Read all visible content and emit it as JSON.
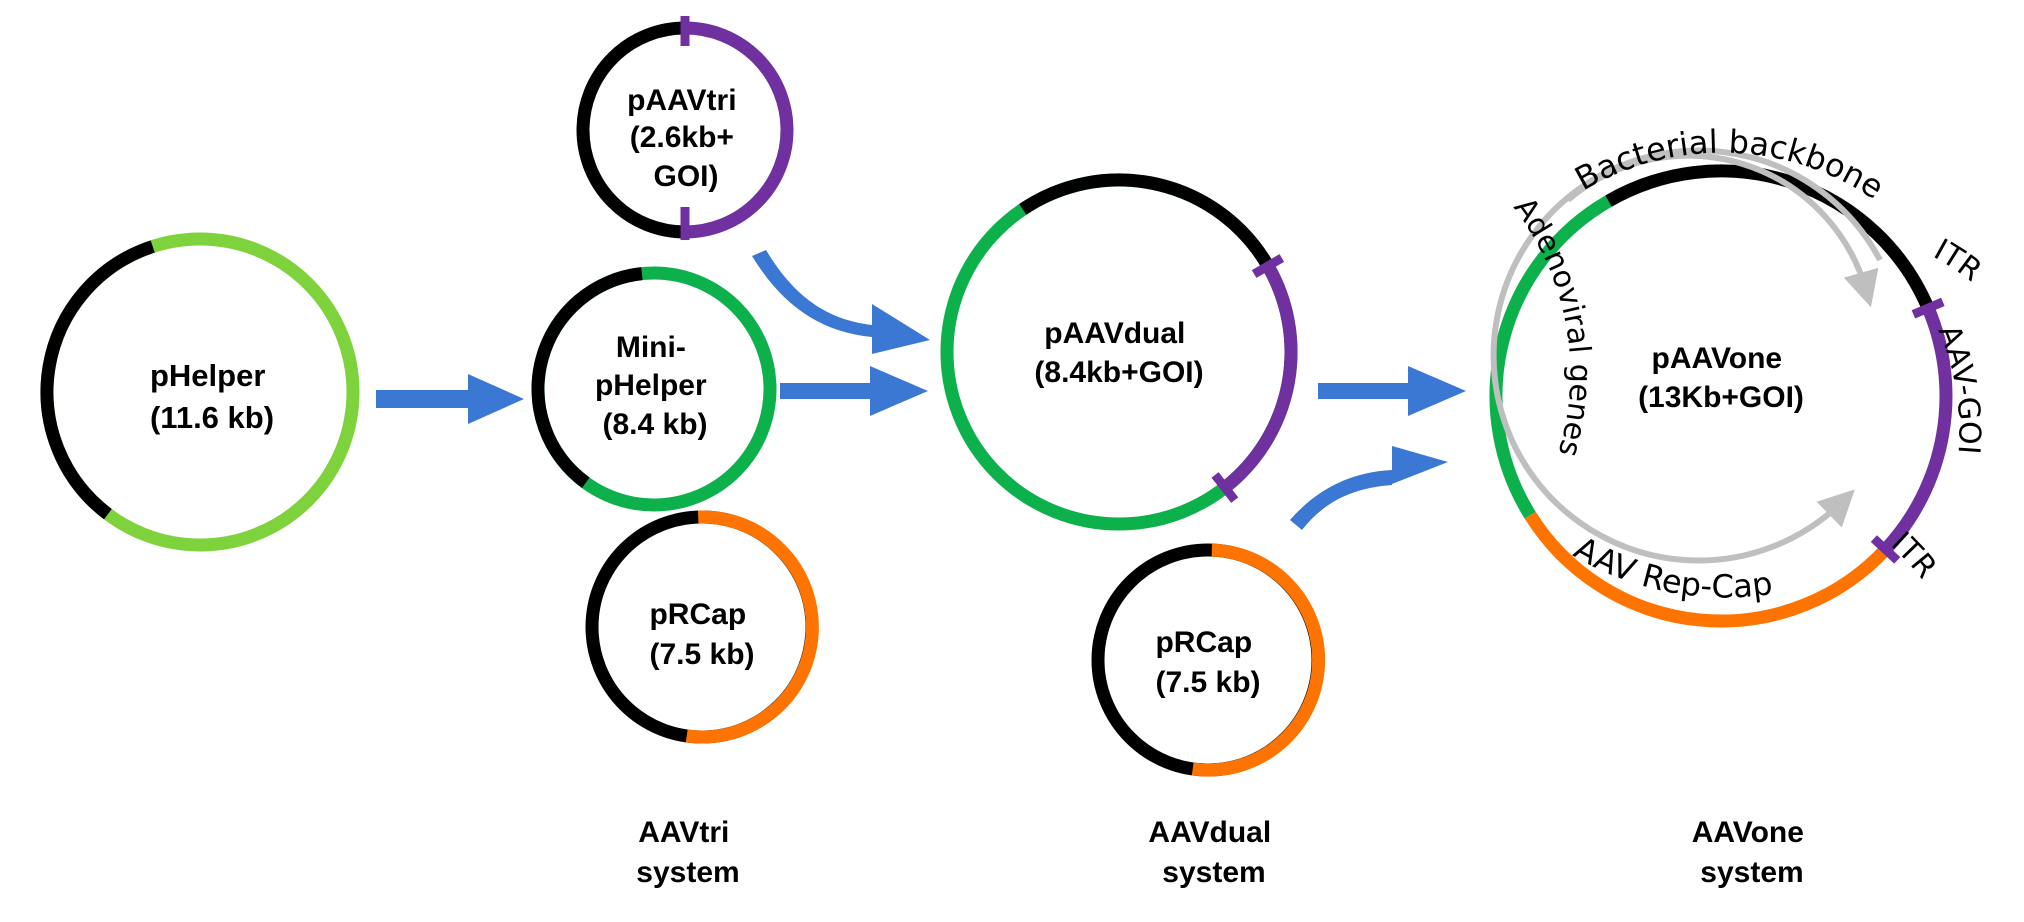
{
  "colors": {
    "black": "#000000",
    "helper_green": "#7ED33C",
    "green": "#0DB14B",
    "purple": "#7030A0",
    "orange": "#FF7300",
    "arrow_blue": "#3A78D4",
    "inner_arrow_gray": "#BFBFBF"
  },
  "plasmids": {
    "phelper": {
      "line1": "pHelper",
      "line2": "(11.6 kb)"
    },
    "minihelper": {
      "line1": "Mini-",
      "line2": "pHelper",
      "line3": "(8.4 kb)"
    },
    "paavtri": {
      "line1": "pAAVtri",
      "line2": "(2.6kb+",
      "line3": "GOI)"
    },
    "prcap_tri": {
      "line1": "pRCap",
      "line2": "(7.5 kb)"
    },
    "paavdual": {
      "line1": "pAAVdual",
      "line2": "(8.4kb+GOI)"
    },
    "prcap_dual": {
      "line1": "pRCap",
      "line2": "(7.5 kb)"
    },
    "paavone": {
      "line1": "pAAVone",
      "line2": "(13Kb+GOI)",
      "segments": {
        "bacterial_backbone": "Bacterial backbone",
        "itr_top": "ITR",
        "aav_goi": "AAV-GOI",
        "itr_bottom": "ITR",
        "aav_rep_cap": "AAV Rep-Cap",
        "adenoviral_genes": "Adenoviral genes"
      }
    }
  },
  "systems": {
    "tri": {
      "line1": "AAVtri",
      "line2": "system"
    },
    "dual": {
      "line1": "AAVdual",
      "line2": "system"
    },
    "one": {
      "line1": "AAVone",
      "line2": "system"
    }
  }
}
